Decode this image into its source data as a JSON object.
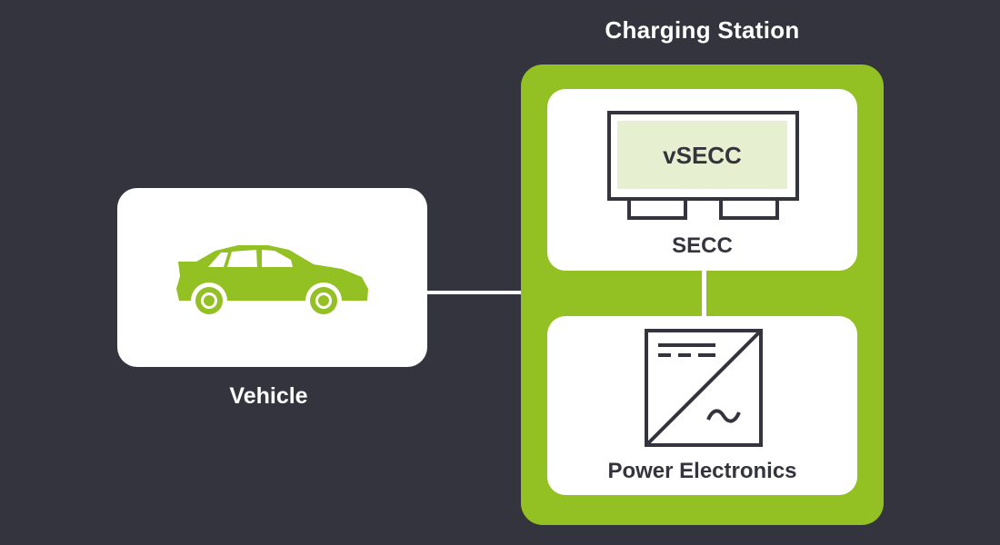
{
  "diagram": {
    "title": "Charging Station",
    "vehicle": {
      "label": "Vehicle"
    },
    "secc": {
      "label": "SECC",
      "inner_label": "vSECC"
    },
    "power_electronics": {
      "label": "Power Electronics"
    }
  },
  "colors": {
    "background": "#34343e",
    "accent_green": "#93c022",
    "light_green": "#e6f0d0",
    "card": "#ffffff",
    "dark": "#34343e"
  },
  "icons": {
    "vehicle": "car-icon",
    "converter": "dc-ac-converter-icon",
    "device": "secc-device-icon"
  }
}
